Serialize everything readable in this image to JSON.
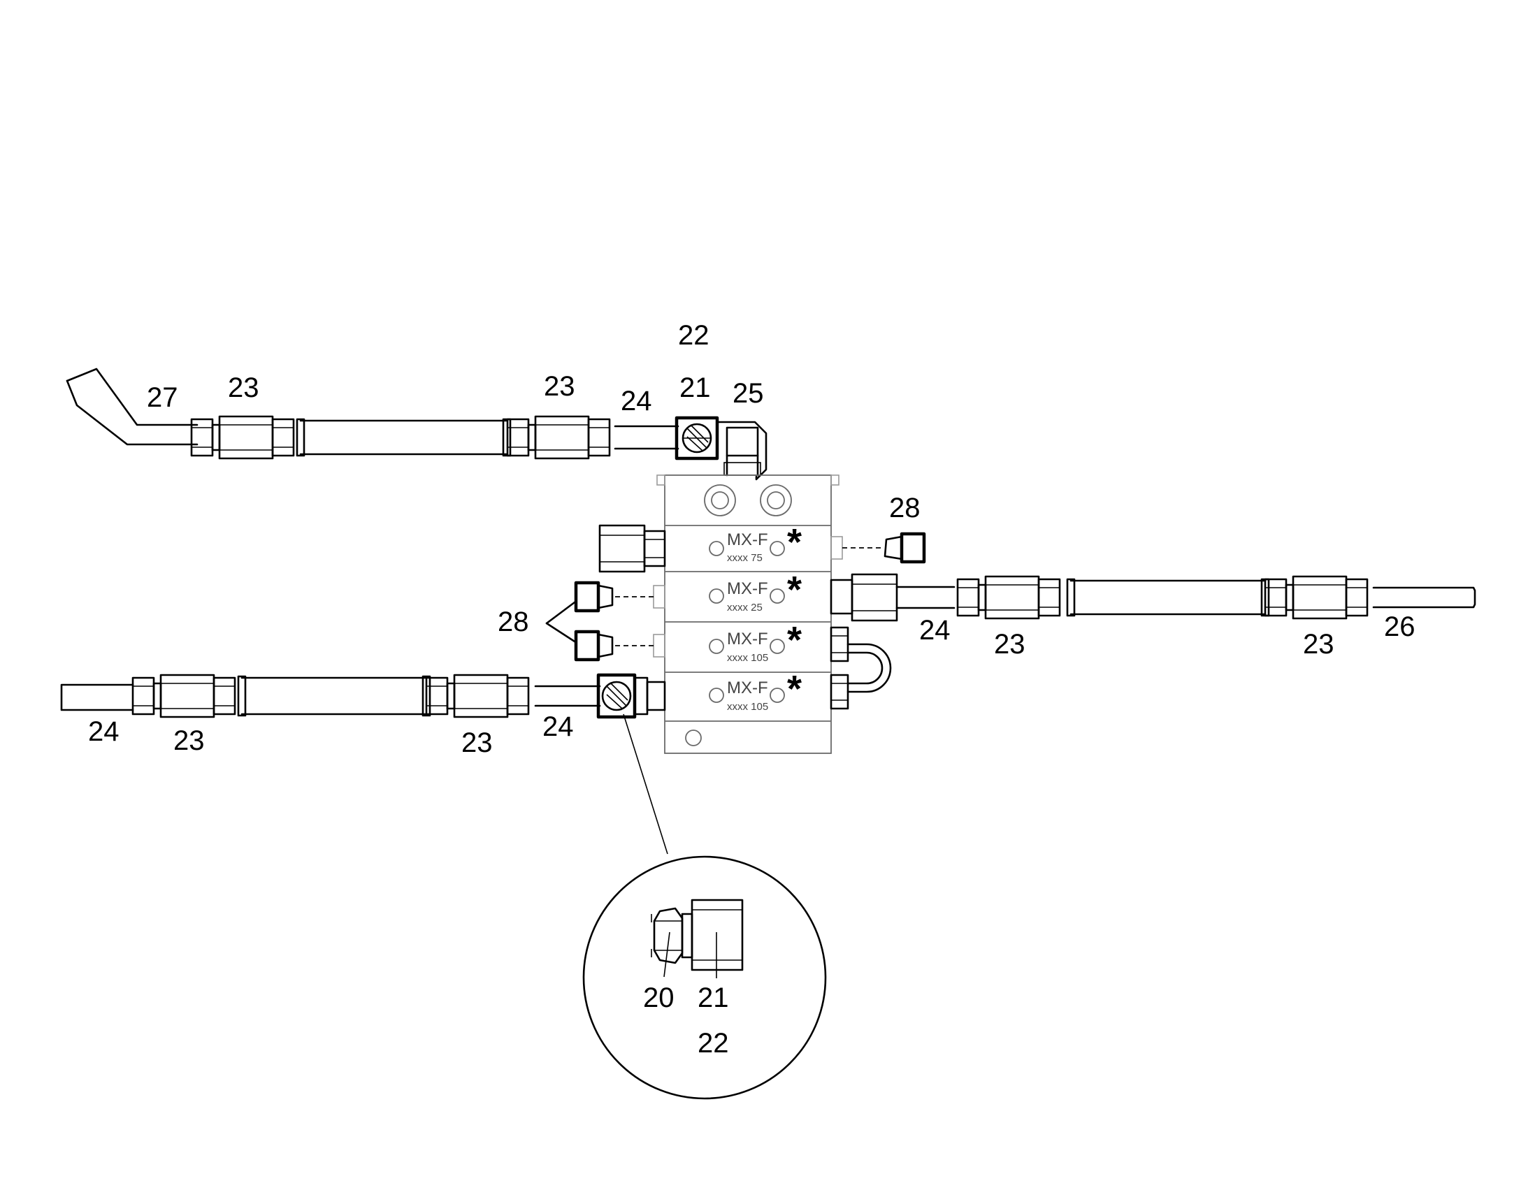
{
  "labels": {
    "top_22": "22",
    "top_27": "27",
    "top_23a": "23",
    "top_23b": "23",
    "top_24": "24",
    "top_21": "21",
    "top_25": "25",
    "right_28": "28",
    "left_28": "28",
    "right_24": "24",
    "right_23a": "23",
    "right_23b": "23",
    "right_26": "26",
    "bottom_24a": "24",
    "bottom_23a": "23",
    "bottom_23b": "23",
    "bottom_24b": "24",
    "detail_20": "20",
    "detail_21": "21",
    "detail_22": "22"
  },
  "block": {
    "sections": [
      {
        "model": "MX-F",
        "code": "xxxx 75",
        "marker": "*"
      },
      {
        "model": "MX-F",
        "code": "xxxx 25",
        "marker": "*"
      },
      {
        "model": "MX-F",
        "code": "xxxx 105",
        "marker": "*"
      },
      {
        "model": "MX-F",
        "code": "xxxx 105",
        "marker": "*"
      }
    ]
  }
}
